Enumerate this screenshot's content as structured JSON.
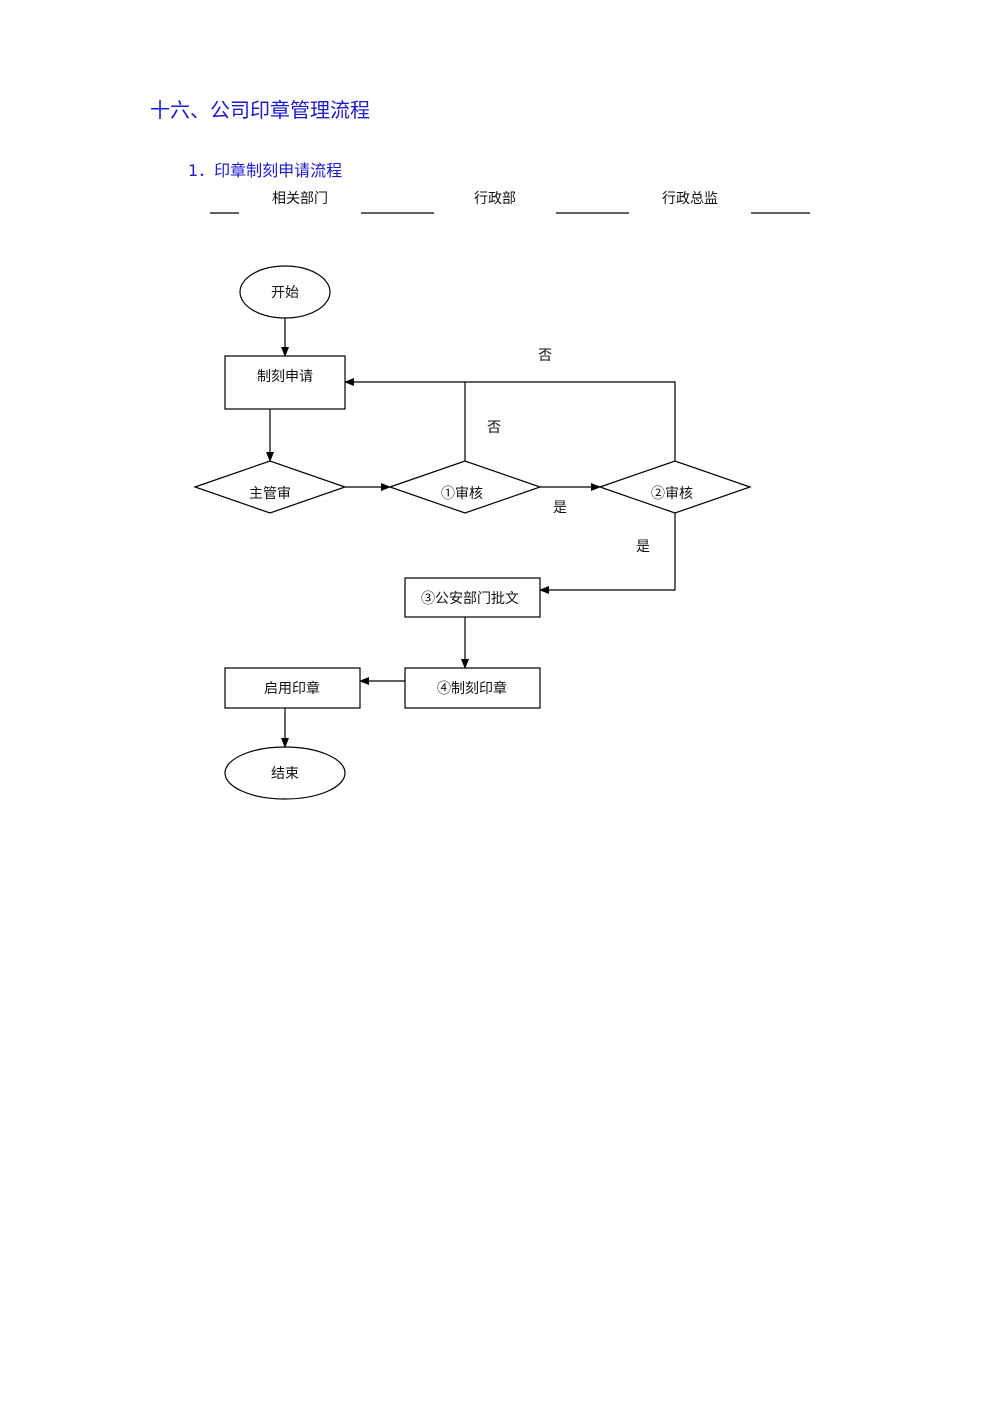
{
  "heading": "十六、公司印章管理流程",
  "subheading": "1．印章制刻申请流程",
  "lanes": [
    "相关部门",
    "行政部",
    "行政总监"
  ],
  "nodes": {
    "start": "开始",
    "apply": "制刻申请",
    "supervisor": "主管审",
    "review1": "①审核",
    "review2": "②审核",
    "police": "③公安部门批文",
    "make": "④制刻印章",
    "enable": "启用印章",
    "end": "结束"
  },
  "edge_labels": {
    "no_top": "否",
    "no_mid": "否",
    "yes_mid": "是",
    "yes_right": "是"
  }
}
